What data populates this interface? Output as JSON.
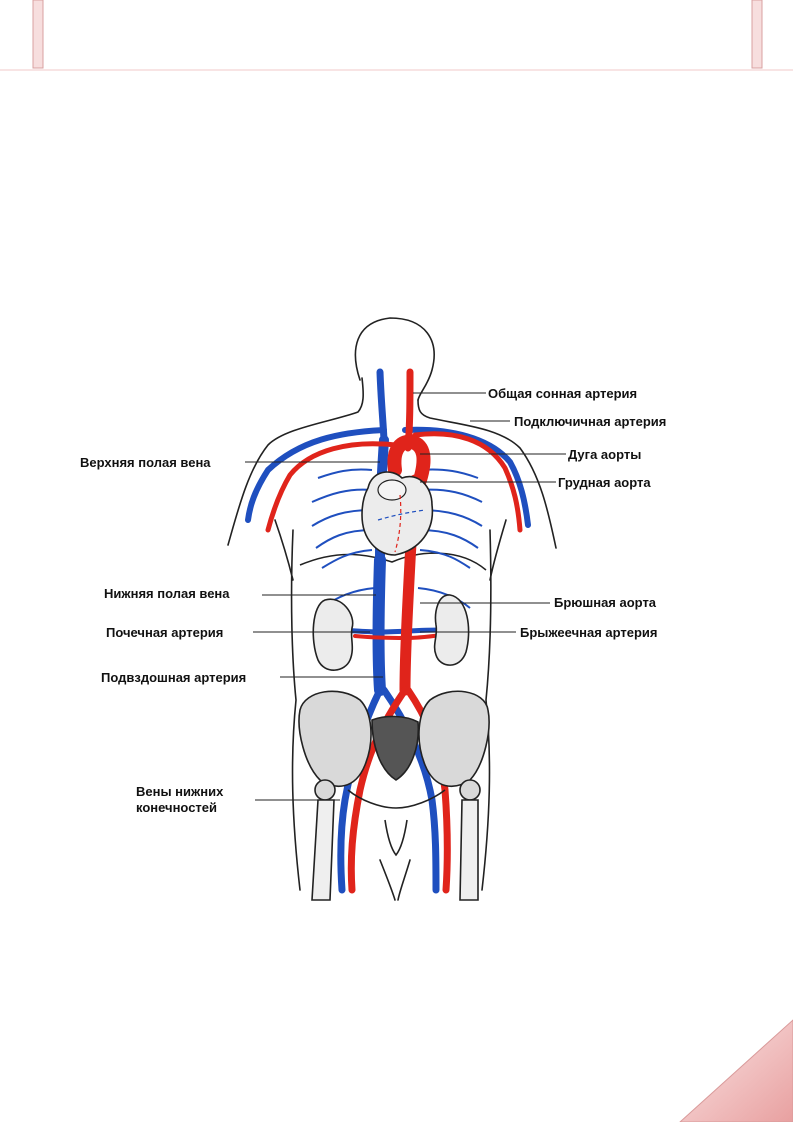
{
  "labels": {
    "common_carotid": "Общая сонная артерия",
    "subclavian": "Подключичная артерия",
    "aortic_arch": "Дуга аорты",
    "thoracic_aorta": "Грудная аорта",
    "superior_vena_cava": "Верхняя полая вена",
    "inferior_vena_cava": "Нижняя полая вена",
    "abdominal_aorta": "Брюшная аорта",
    "renal_artery": "Почечная артерия",
    "mesenteric_artery": "Брыжеечная артерия",
    "iliac_artery": "Подвздошная артерия",
    "lower_limb_veins_line1": "Вены нижних",
    "lower_limb_veins_line2": "конечностей"
  },
  "colors": {
    "artery": "#e0241b",
    "vein": "#1f4fbf",
    "accent": "#c0392b"
  }
}
